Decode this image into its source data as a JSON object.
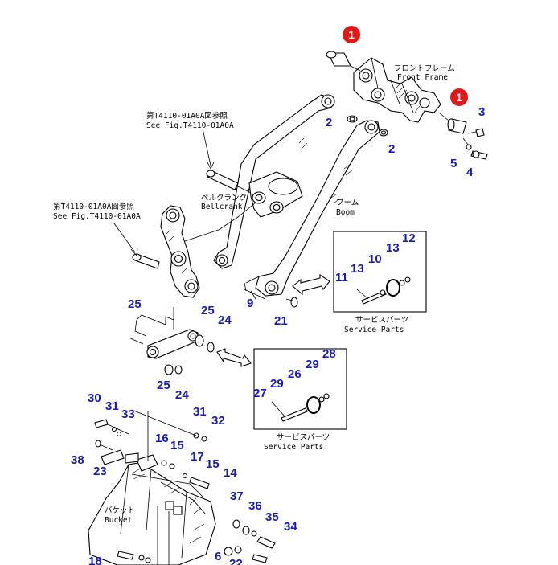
{
  "highlight_marks": [
    {
      "id": "m1",
      "text": "1"
    },
    {
      "id": "m2",
      "text": "1"
    }
  ],
  "annotations": {
    "front_frame_jp": "フロントフレーム",
    "front_frame_en": "Front Frame",
    "ref1_jp": "第T4110-01A0A図参照",
    "ref1_en": "See Fig.T4110-01A0A",
    "bellcrank_jp": "ベルクランク",
    "bellcrank_en": "Bellcrank",
    "ref2_jp": "第T4110-01A0A図参照",
    "ref2_en": "See Fig.T4110-01A0A",
    "boom_jp": "ブーム",
    "boom_en": "Boom",
    "service1_jp": "サービスパーツ",
    "service1_en": "Service Parts",
    "service2_jp": "サービスパーツ",
    "service2_en": "Service Parts",
    "bucket_jp": "バケット",
    "bucket_en": "Bucket"
  },
  "callouts": {
    "c2a": "2",
    "c2b": "2",
    "c3": "3",
    "c4": "4",
    "c5": "5",
    "c9": "9",
    "c21": "21",
    "c11": "11",
    "c13a": "13",
    "c13b": "13",
    "c10": "10",
    "c12": "12",
    "c25a": "25",
    "c25b": "25",
    "c25c": "25",
    "c24a": "24",
    "c24b": "24",
    "c27": "27",
    "c29a": "29",
    "c26": "26",
    "c29b": "29",
    "c28": "28",
    "c30": "30",
    "c31a": "31",
    "c33": "33",
    "c31b": "31",
    "c32": "32",
    "c38": "38",
    "c23": "23",
    "c16": "16",
    "c15a": "15",
    "c17": "17",
    "c15b": "15",
    "c14": "14",
    "c37": "37",
    "c36": "36",
    "c35": "35",
    "c34": "34",
    "c18": "18",
    "c6": "6",
    "c22": "22"
  }
}
